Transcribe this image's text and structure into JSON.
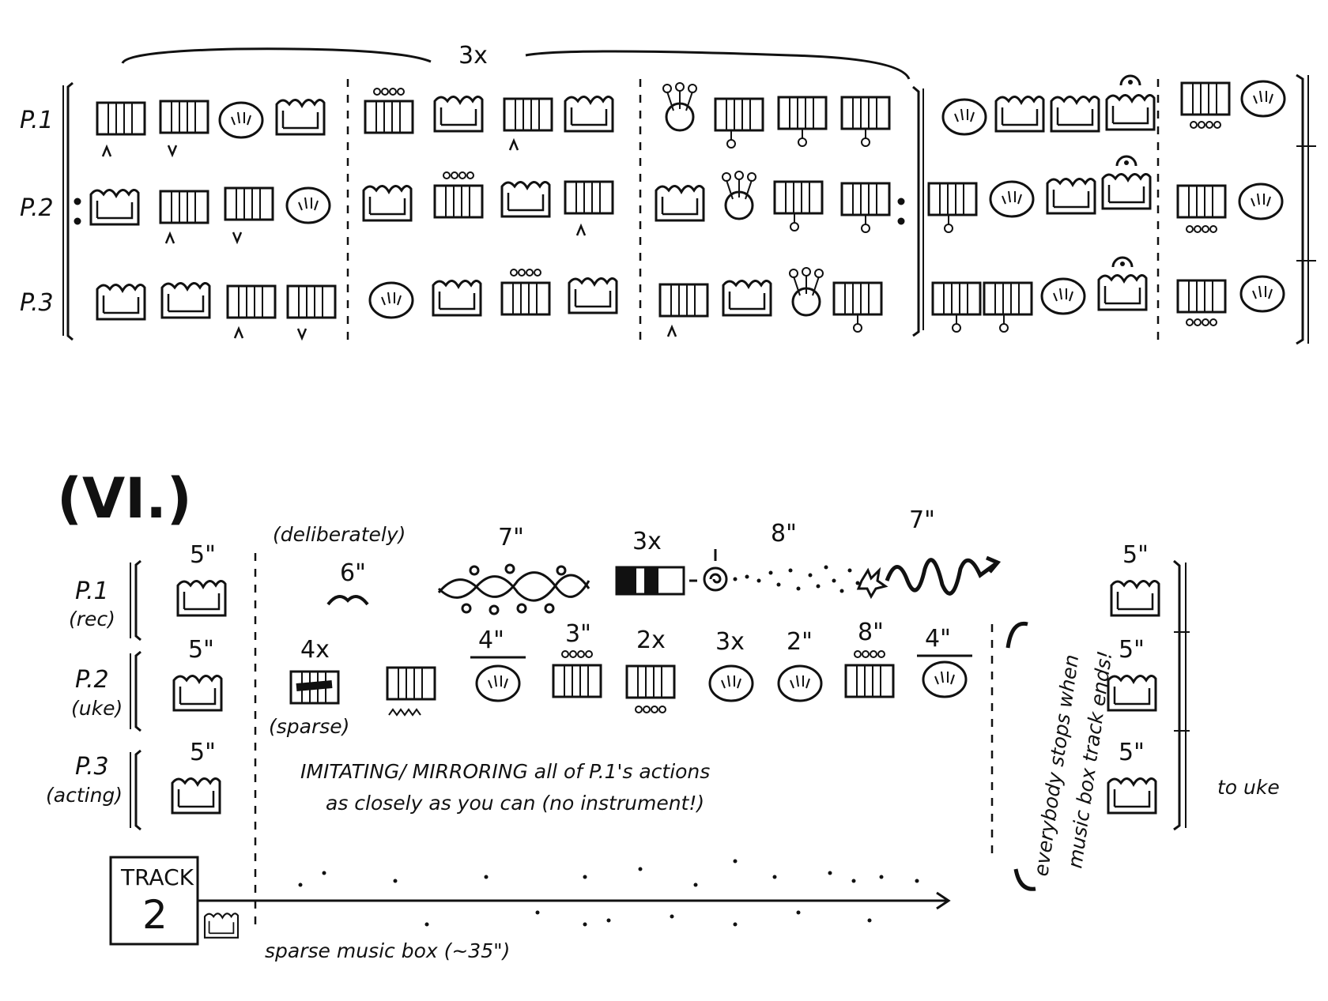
{
  "section1": {
    "repeat_label": "3x",
    "players": [
      "P.1",
      "P.2",
      "P.3"
    ]
  },
  "section2": {
    "numeral": "(VI.)",
    "players": [
      {
        "name": "P.1",
        "role": "(rec)",
        "duration": "5\""
      },
      {
        "name": "P.2",
        "role": "(uke)",
        "duration": "5\""
      },
      {
        "name": "P.3",
        "role": "(acting)",
        "duration": "5\""
      }
    ],
    "p1_line": {
      "deliberately": "(deliberately)",
      "d1": "6\"",
      "d2": "7\"",
      "d3": "3x",
      "d4": "8\"",
      "d5": "7\""
    },
    "p2_line": {
      "labels": [
        "4x",
        "4\"",
        "3\"",
        "2x",
        "3x",
        "2\"",
        "8\"",
        "4\""
      ],
      "sparse": "(sparse)"
    },
    "p3_instruction_1": "IMITATING/ MIRRORING all of P.1's actions",
    "p3_instruction_2": "as closely as you can (no instrument!)",
    "vertical_note_1": "everybody stops when",
    "vertical_note_2": "music box track ends!",
    "end_durations": [
      "5\"",
      "5\"",
      "5\""
    ],
    "to_uke": "to uke",
    "track_label": "TRACK",
    "track_number": "2",
    "music_box_note": "sparse music box (~35\")"
  }
}
